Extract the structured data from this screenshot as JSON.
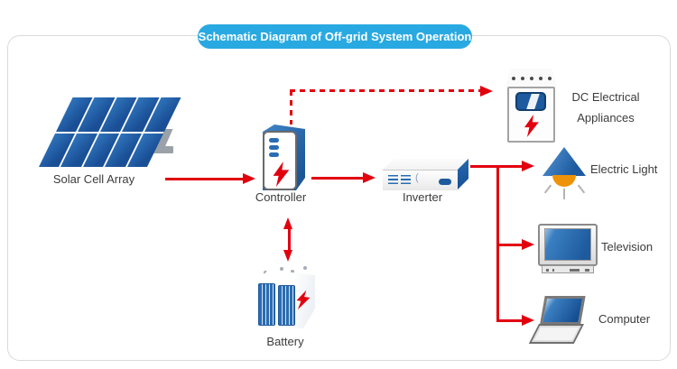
{
  "title": "Schematic Diagram of Off-grid System Operation",
  "nodes": {
    "solar": {
      "label": "Solar Cell Array"
    },
    "controller": {
      "label": "Controller"
    },
    "battery": {
      "label": "Battery"
    },
    "inverter": {
      "label": "Inverter",
      "mark": "("
    },
    "dc_appliances": {
      "line1": "DC Electrical",
      "line2": "Appliances"
    },
    "electric_light": {
      "label": "Electric Light"
    },
    "television": {
      "label": "Television"
    },
    "computer": {
      "label": "Computer"
    }
  },
  "connections": [
    {
      "from": "Solar Cell Array",
      "to": "Controller",
      "style": "solid-arrow"
    },
    {
      "from": "Controller",
      "to": "DC Electrical Appliances",
      "style": "dashed-arrow"
    },
    {
      "from": "Controller",
      "to": "Battery",
      "style": "double-headed-arrow"
    },
    {
      "from": "Controller",
      "to": "Inverter",
      "style": "solid-arrow"
    },
    {
      "from": "Inverter",
      "to": "Electric Light",
      "style": "solid-arrow"
    },
    {
      "from": "Inverter",
      "to": "Television",
      "style": "solid-arrow"
    },
    {
      "from": "Inverter",
      "to": "Computer",
      "style": "solid-arrow"
    }
  ],
  "colors": {
    "accent": "#29a9e1",
    "wire": "#e2000f",
    "blue_dark": "#164e92",
    "blue_mid": "#1d5a9e",
    "blue_light": "#3a7fc1",
    "bulb_orange": "#ee9209",
    "text": "#3c3c3c"
  }
}
